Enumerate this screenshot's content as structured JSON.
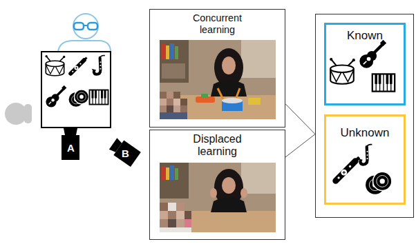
{
  "diagram": {
    "nodes": [
      {
        "text": [
          "Concurrent learning"
        ]
      },
      {
        "text": [
          "Displaced learning"
        ]
      },
      {
        "text": []
      },
      {
        "text": [
          "Known"
        ],
        "in": 2
      },
      {
        "text": [
          "Unknown"
        ],
        "in": 2
      }
    ],
    "edges": [
      {
        "from": 0,
        "to": 2,
        "arrow": "none"
      },
      {
        "from": 1,
        "to": 2,
        "arrow": "none"
      }
    ],
    "labels": [
      "A",
      "B"
    ]
  }
}
